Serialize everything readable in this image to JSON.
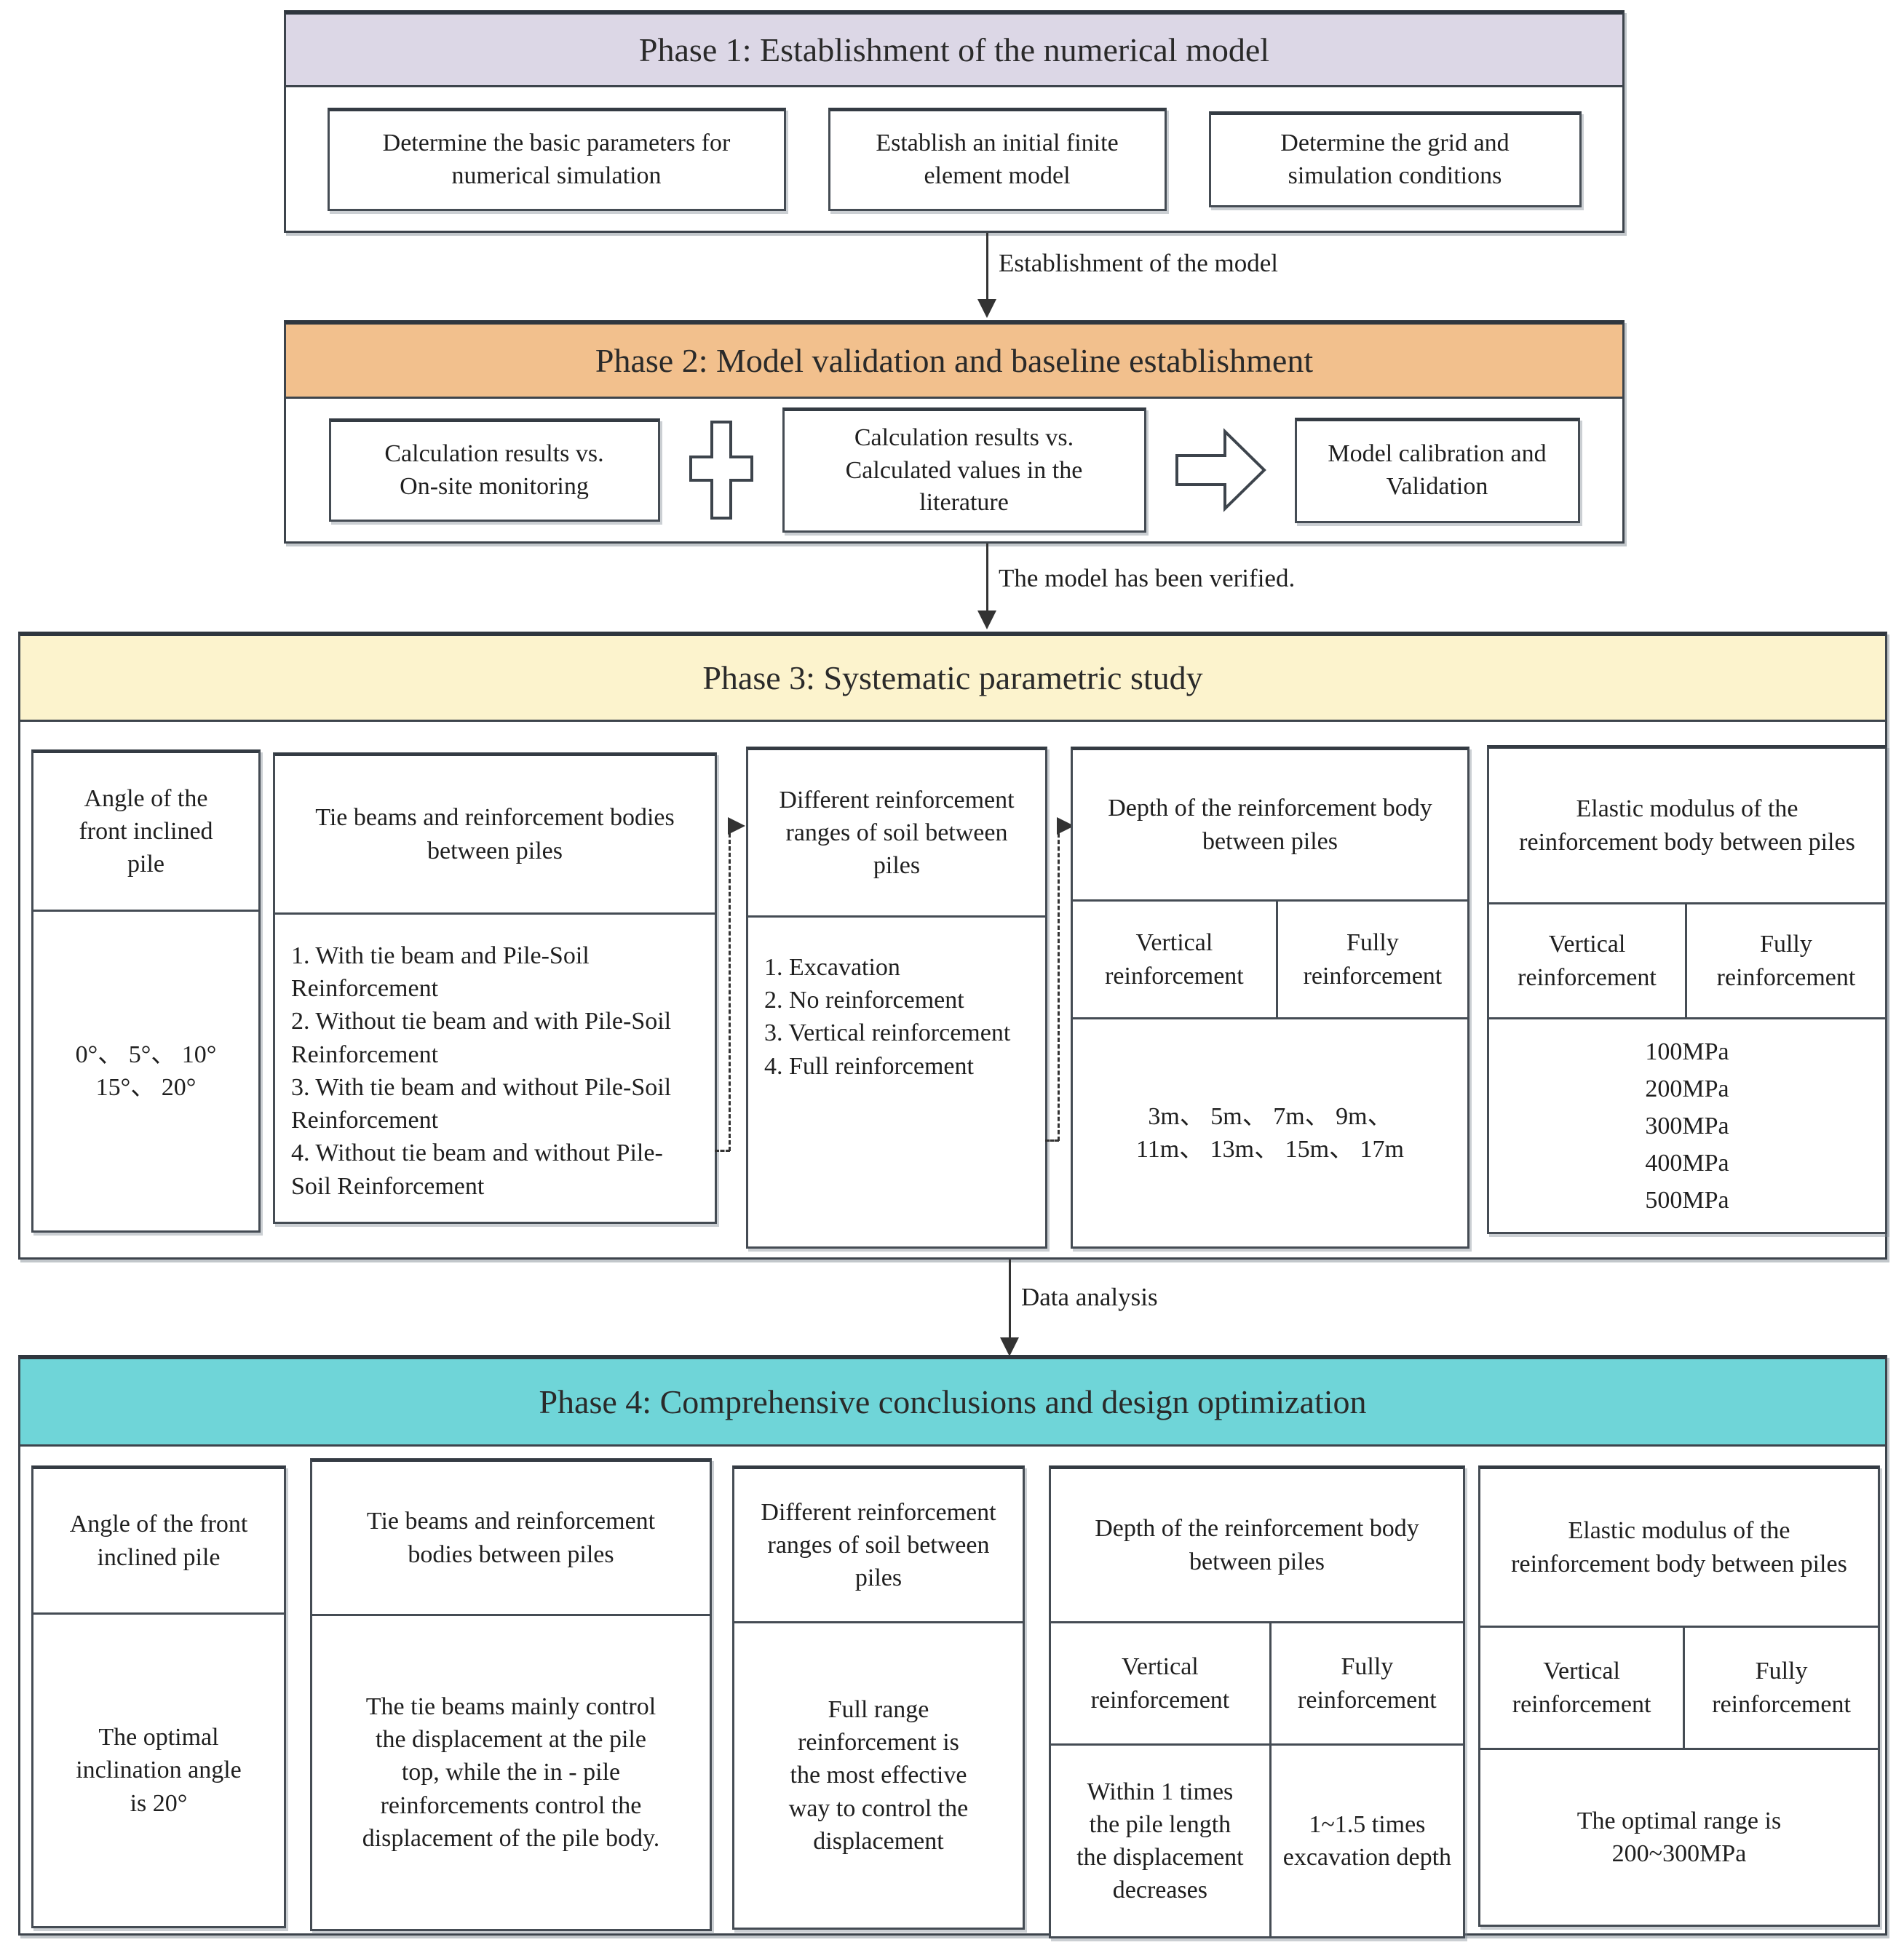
{
  "colors": {
    "phase1_header": "#dcd7e6",
    "phase2_header": "#f2c08d",
    "phase3_header": "#fcf3cd",
    "phase4_header": "#6fd5d8",
    "border": "#3d444c",
    "arrow": "#333333"
  },
  "phase1": {
    "title": "Phase 1: Establishment of the numerical model",
    "boxes": [
      "Determine the basic parameters for\nnumerical simulation",
      "Establish an initial finite\nelement model",
      "Determine the grid and\nsimulation conditions"
    ]
  },
  "arrow1_label": "Establishment of the model",
  "phase2": {
    "title": "Phase 2: Model validation and baseline establishment",
    "box1": "Calculation results vs.\nOn-site monitoring",
    "box2": "Calculation results vs.\nCalculated values in the\nliterature",
    "box3": "Model calibration and\nValidation"
  },
  "arrow2_label": "The model has been verified.",
  "phase3": {
    "title": "Phase 3: Systematic parametric study",
    "col1": {
      "header": "Angle of the\nfront inclined\npile",
      "body": "0°、 5°、 10°\n15°、 20°"
    },
    "col2": {
      "header": "Tie beams and reinforcement bodies\nbetween piles",
      "items": [
        "1.  With tie beam and Pile-Soil Reinforcement",
        "2. Without tie beam and with Pile-Soil Reinforcement",
        "3. With tie beam and without Pile-Soil Reinforcement",
        "4. Without tie beam and without Pile-Soil Reinforcement"
      ]
    },
    "col3": {
      "header": "Different reinforcement\nranges of soil between\npiles",
      "items": [
        "1. Excavation",
        "2. No reinforcement",
        "3. Vertical reinforcement",
        "4. Full reinforcement"
      ]
    },
    "col4": {
      "header": "Depth of the reinforcement body\nbetween piles",
      "sub1": "Vertical\nreinforcement",
      "sub2": "Fully\nreinforcement",
      "body": "3m、 5m、 7m、 9m、\n11m、 13m、 15m、 17m"
    },
    "col5": {
      "header": "Elastic modulus of the\nreinforcement body between piles",
      "sub1": "Vertical\nreinforcement",
      "sub2": "Fully\nreinforcement",
      "body": "100MPa\n200MPa\n300MPa\n400MPa\n500MPa"
    }
  },
  "arrow3_label": "Data analysis",
  "phase4": {
    "title": "Phase 4: Comprehensive conclusions and design optimization",
    "col1": {
      "header": "Angle of the front\ninclined pile",
      "body": "The optimal\ninclination angle\nis 20°"
    },
    "col2": {
      "header": "Tie beams and reinforcement\nbodies between piles",
      "body": "The tie beams mainly control\nthe displacement at the pile\ntop, while the in - pile\nreinforcements control the\ndisplacement of the pile body."
    },
    "col3": {
      "header": "Different reinforcement\nranges of soil between\npiles",
      "body": "Full range\nreinforcement is\nthe most effective\nway to control the\ndisplacement"
    },
    "col4": {
      "header": "Depth of the reinforcement body\nbetween piles",
      "sub1": "Vertical\nreinforcement",
      "sub2": "Fully\nreinforcement",
      "cell1": "Within 1 times\nthe pile length\nthe displacement\ndecreases",
      "cell2": "1~1.5 times\nexcavation depth"
    },
    "col5": {
      "header": "Elastic modulus of the\nreinforcement body between piles",
      "sub1": "Vertical\nreinforcement",
      "sub2": "Fully\nreinforcement",
      "body": "The optimal range is\n200~300MPa"
    }
  }
}
